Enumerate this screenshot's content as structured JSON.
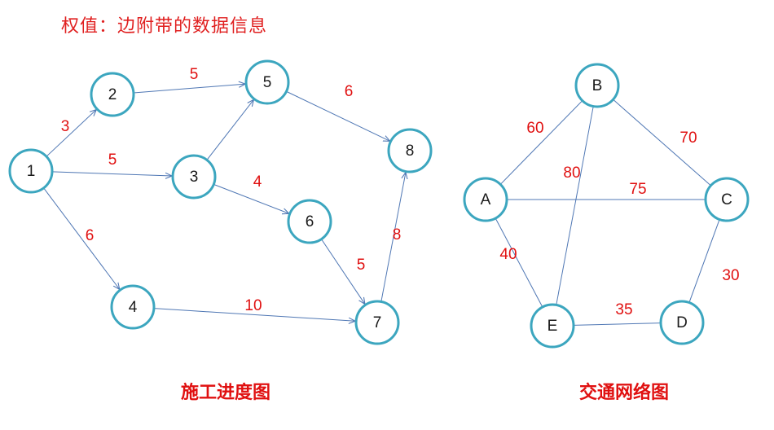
{
  "title": "权值：边附带的数据信息",
  "left_graph": {
    "caption": "施工进度图",
    "nodes": [
      "1",
      "2",
      "3",
      "4",
      "5",
      "6",
      "7",
      "8"
    ],
    "edges": [
      {
        "from": "1",
        "to": "2",
        "weight": "3"
      },
      {
        "from": "1",
        "to": "3",
        "weight": "5"
      },
      {
        "from": "1",
        "to": "4",
        "weight": "6"
      },
      {
        "from": "2",
        "to": "5",
        "weight": "5"
      },
      {
        "from": "3",
        "to": "5",
        "weight": ""
      },
      {
        "from": "3",
        "to": "6",
        "weight": "4"
      },
      {
        "from": "4",
        "to": "7",
        "weight": "10"
      },
      {
        "from": "5",
        "to": "8",
        "weight": "6"
      },
      {
        "from": "6",
        "to": "7",
        "weight": "5"
      },
      {
        "from": "7",
        "to": "8",
        "weight": "8"
      }
    ]
  },
  "right_graph": {
    "caption": "交通网络图",
    "nodes": [
      "A",
      "B",
      "C",
      "D",
      "E"
    ],
    "edges": [
      {
        "from": "A",
        "to": "B",
        "weight": "60"
      },
      {
        "from": "A",
        "to": "C",
        "weight": "75"
      },
      {
        "from": "A",
        "to": "E",
        "weight": "40"
      },
      {
        "from": "B",
        "to": "C",
        "weight": "70"
      },
      {
        "from": "B",
        "to": "E",
        "weight": "80"
      },
      {
        "from": "C",
        "to": "D",
        "weight": "30"
      },
      {
        "from": "E",
        "to": "D",
        "weight": "35"
      }
    ]
  },
  "colors": {
    "node_stroke": "#3ca6bf",
    "edge": "#4f77b4",
    "weight_text": "#e01010",
    "title_text": "#e02020"
  }
}
